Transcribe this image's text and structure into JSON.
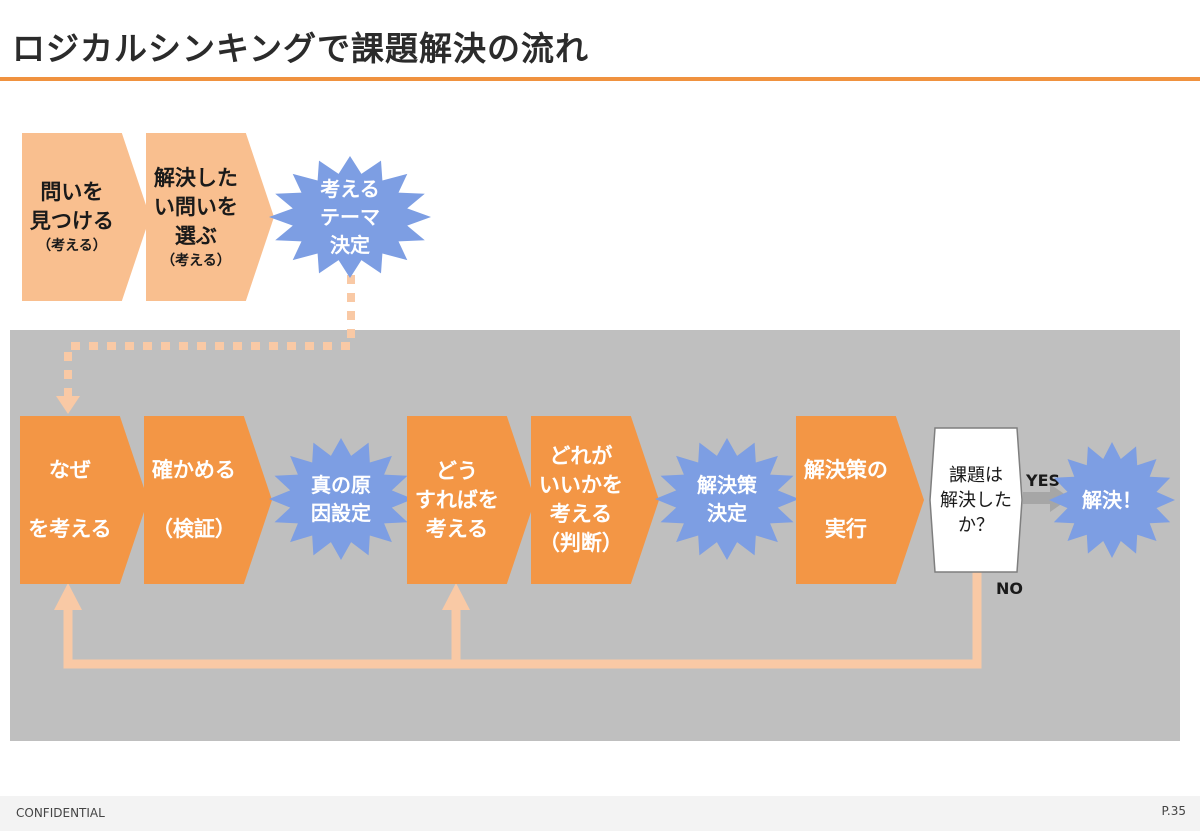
{
  "page": {
    "title": "ロジカルシンキングで課題解決の流れ",
    "footer_left": "CONFIDENTIAL",
    "footer_right": "P.35"
  },
  "colors": {
    "accent_orange": "#f0923f",
    "chevron_light": "#f9bf8f",
    "chevron_dark": "#f39645",
    "burst_blue": "#7d9ee3",
    "panel_gray": "#bfbfbf",
    "connector": "#f9c9a5"
  },
  "top_flow": {
    "step1": {
      "line1": "問いを",
      "line2": "見つける",
      "sub": "（考える）"
    },
    "step2": {
      "line1": "解決した",
      "line2": "い問いを",
      "line3": "選ぶ",
      "sub": "（考える）"
    },
    "burst": {
      "line1": "考える",
      "line2": "テーマ",
      "line3": "決定"
    }
  },
  "bottom_flow": {
    "why": {
      "line1": "なぜ",
      "line2": "を考える"
    },
    "verify": {
      "line1": "確かめる",
      "line2": "（検証）"
    },
    "cause": {
      "line1": "真の原",
      "line2": "因設定"
    },
    "how": {
      "line1": "どう",
      "line2": "すればを",
      "line3": "考える"
    },
    "which": {
      "line1": "どれが",
      "line2": "いいかを",
      "line3": "考える",
      "line4": "（判断）"
    },
    "decide": {
      "line1": "解決策",
      "line2": "決定"
    },
    "execute": {
      "line1": "解決策の",
      "line2": "実行"
    },
    "decision": {
      "line1": "課題は",
      "line2": "解決した",
      "line3": "か？"
    },
    "yes_label": "YES",
    "no_label": "NO",
    "solved": "解決！"
  }
}
